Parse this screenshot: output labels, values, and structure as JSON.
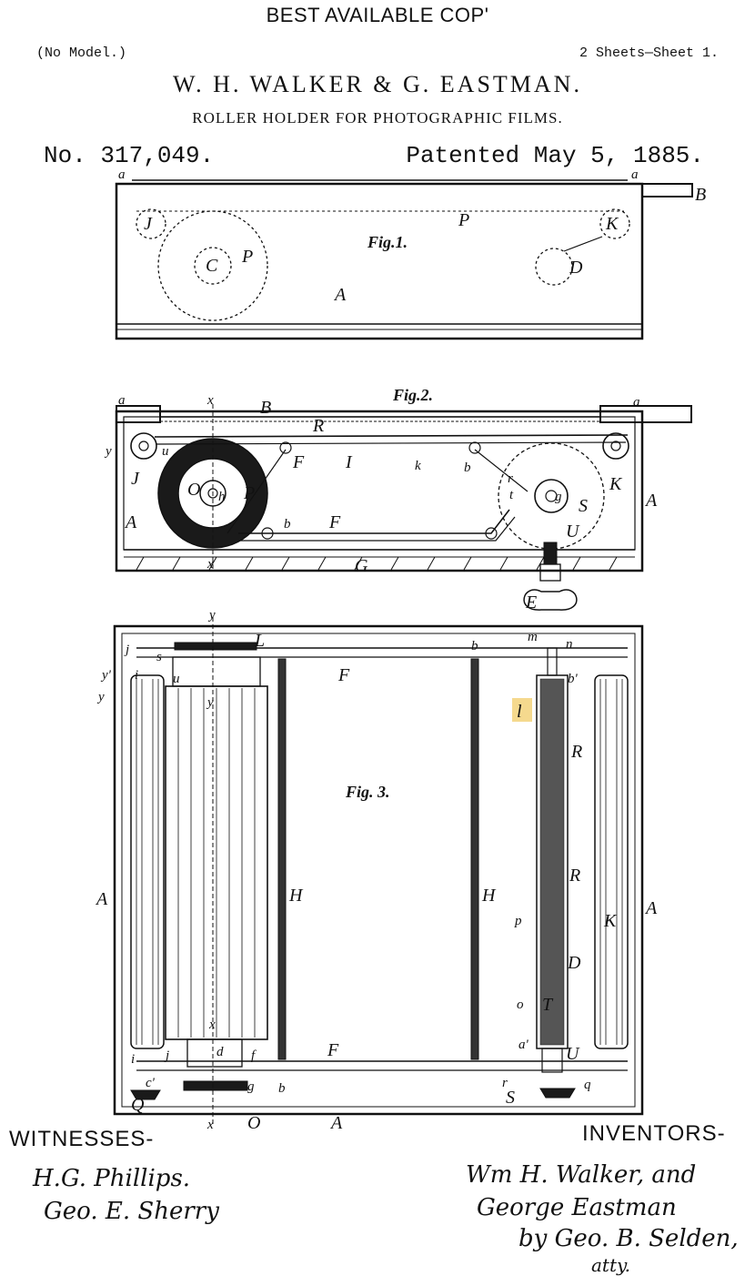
{
  "header": {
    "stamp": "BEST AVAILABLE COP'",
    "no_model": "(No Model.)",
    "sheets": "2 Sheets—Sheet 1.",
    "inventors": "W. H. WALKER & G. EASTMAN.",
    "title": "ROLLER HOLDER FOR PHOTOGRAPHIC FILMS.",
    "patent_number": "No. 317,049.",
    "patent_date": "Patented May 5, 1885."
  },
  "figures": {
    "fig1": {
      "caption": "Fig.1.",
      "labels": {
        "a1": "a",
        "a2": "a",
        "B": "B",
        "P1": "P",
        "J": "J",
        "K": "K",
        "C": "C",
        "P2": "P",
        "D": "D",
        "A": "A"
      }
    },
    "fig2": {
      "caption": "Fig.2.",
      "labels": {
        "a1": "a",
        "x1": "x",
        "B": "B",
        "R": "R",
        "a2": "a",
        "y": "y",
        "u": "u",
        "J": "J",
        "O": "O",
        "h": "h",
        "P": "P",
        "F1": "F",
        "I": "I",
        "k": "k",
        "b1": "b",
        "g": "g",
        "S": "S",
        "K": "K",
        "A1": "A",
        "A2": "A",
        "b2": "b",
        "F2": "F",
        "U": "U",
        "x2": "x",
        "G": "G",
        "E": "E",
        "t": "t",
        "r": "r"
      }
    },
    "fig3": {
      "caption": "Fig. 3.",
      "labels": {
        "y1": "y",
        "L": "L",
        "b1": "b",
        "m": "m",
        "n": "n",
        "j1": "j",
        "s": "s",
        "y2": "y'",
        "i1": "i",
        "u": "u",
        "F1": "F",
        "y3": "y",
        "y4": "y",
        "b2": "b'",
        "l": "l",
        "R1": "R",
        "R2": "R",
        "A1": "A",
        "H1": "H",
        "H2": "H",
        "p": "p",
        "K": "K",
        "A2": "A",
        "D": "D",
        "o": "o",
        "T": "T",
        "x1": "x",
        "a1": "a'",
        "U": "U",
        "i2": "i",
        "j2": "j",
        "d": "d",
        "f": "f",
        "F2": "F",
        "c": "c'",
        "g": "g",
        "b3": "b",
        "r": "r",
        "q": "q",
        "Q": "Q",
        "S": "S",
        "x2": "x",
        "O": "O",
        "A3": "A"
      }
    }
  },
  "footer": {
    "witnesses_heading": "WITNESSES-",
    "witness_1": "H.G. Phillips.",
    "witness_2": "Geo. E. Sherry",
    "inventors_heading": "INVENTORS-",
    "inventor_1": "Wm H. Walker, and",
    "inventor_2": "George Eastman",
    "attorney_1": "by Geo. B. Selden,",
    "attorney_2": "atty."
  },
  "colors": {
    "ink": "#111111",
    "highlight": "#f3d27a",
    "paper": "#ffffff"
  }
}
